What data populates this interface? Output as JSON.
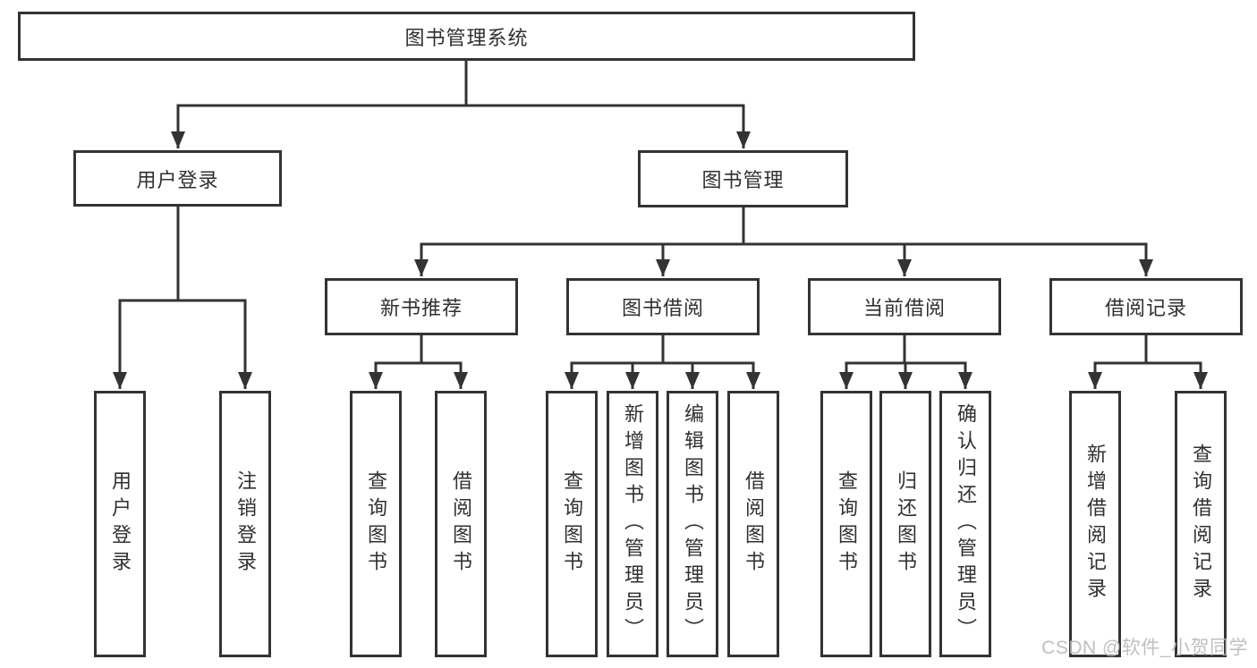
{
  "root": {
    "label": "图书管理系统"
  },
  "level2": [
    {
      "label": "用户登录"
    },
    {
      "label": "图书管理"
    }
  ],
  "level3": [
    {
      "label": "新书推荐",
      "parent": "图书管理"
    },
    {
      "label": "图书借阅",
      "parent": "图书管理"
    },
    {
      "label": "当前借阅",
      "parent": "图书管理"
    },
    {
      "label": "借阅记录",
      "parent": "图书管理"
    }
  ],
  "level4": [
    {
      "label": "用户登录",
      "parent": "用户登录"
    },
    {
      "label": "注销登录",
      "parent": "用户登录"
    },
    {
      "label": "查询图书",
      "parent": "新书推荐"
    },
    {
      "label": "借阅图书",
      "parent": "新书推荐"
    },
    {
      "label": "查询图书",
      "parent": "图书借阅"
    },
    {
      "label": "新增图书（管理员）",
      "parent": "图书借阅"
    },
    {
      "label": "编辑图书（管理员）",
      "parent": "图书借阅"
    },
    {
      "label": "借阅图书",
      "parent": "图书借阅"
    },
    {
      "label": "查询图书",
      "parent": "当前借阅"
    },
    {
      "label": "归还图书",
      "parent": "当前借阅"
    },
    {
      "label": "确认归还（管理员）",
      "parent": "当前借阅"
    },
    {
      "label": "新增借阅记录",
      "parent": "借阅记录"
    },
    {
      "label": "查询借阅记录",
      "parent": "借阅记录"
    }
  ],
  "watermark": "CSDN @软件_小贺同学",
  "colors": {
    "line": "#333333",
    "text": "#303030",
    "watermark": "#b9b9b9",
    "background": "#ffffff"
  }
}
